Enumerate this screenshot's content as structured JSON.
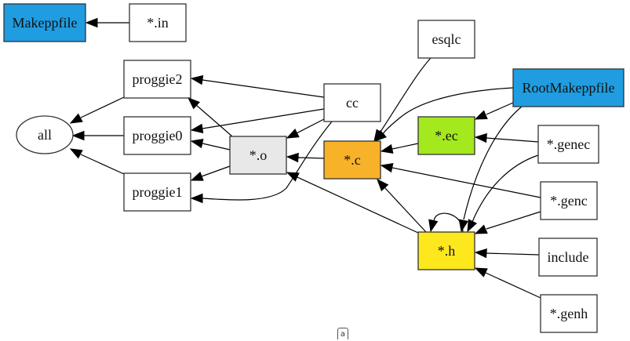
{
  "diagram": {
    "type": "dependency-graph",
    "nodes": [
      {
        "id": "makeppfile",
        "label": "Makeppfile",
        "shape": "box",
        "fill": "#1f9de0"
      },
      {
        "id": "in",
        "label": "*.in",
        "shape": "box",
        "fill": "#ffffff"
      },
      {
        "id": "proggie2",
        "label": "proggie2",
        "shape": "box",
        "fill": "#ffffff"
      },
      {
        "id": "all",
        "label": "all",
        "shape": "ellipse",
        "fill": "#ffffff"
      },
      {
        "id": "proggie0",
        "label": "proggie0",
        "shape": "box",
        "fill": "#ffffff"
      },
      {
        "id": "proggie1",
        "label": "proggie1",
        "shape": "box",
        "fill": "#ffffff"
      },
      {
        "id": "o",
        "label": "*.o",
        "shape": "box",
        "fill": "#e8e8e8"
      },
      {
        "id": "cc",
        "label": "cc",
        "shape": "box",
        "fill": "#ffffff"
      },
      {
        "id": "c",
        "label": "*.c",
        "shape": "box",
        "fill": "#f8b229"
      },
      {
        "id": "esqlc",
        "label": "esqlc",
        "shape": "box",
        "fill": "#ffffff"
      },
      {
        "id": "rootmakeppfile",
        "label": "RootMakeppfile",
        "shape": "box",
        "fill": "#1f9de0"
      },
      {
        "id": "ec",
        "label": "*.ec",
        "shape": "box",
        "fill": "#a4e81e"
      },
      {
        "id": "genec",
        "label": "*.genec",
        "shape": "box",
        "fill": "#ffffff"
      },
      {
        "id": "genc",
        "label": "*.genc",
        "shape": "box",
        "fill": "#ffffff"
      },
      {
        "id": "h",
        "label": "*.h",
        "shape": "box",
        "fill": "#fde81e"
      },
      {
        "id": "include",
        "label": "include",
        "shape": "box",
        "fill": "#ffffff"
      },
      {
        "id": "genh",
        "label": "*.genh",
        "shape": "box",
        "fill": "#ffffff"
      }
    ],
    "edges": [
      {
        "from": "in",
        "to": "makeppfile"
      },
      {
        "from": "proggie2",
        "to": "all"
      },
      {
        "from": "proggie0",
        "to": "all"
      },
      {
        "from": "proggie1",
        "to": "all"
      },
      {
        "from": "cc",
        "to": "proggie2"
      },
      {
        "from": "cc",
        "to": "proggie0"
      },
      {
        "from": "cc",
        "to": "proggie1"
      },
      {
        "from": "cc",
        "to": "o"
      },
      {
        "from": "o",
        "to": "proggie2"
      },
      {
        "from": "o",
        "to": "proggie0"
      },
      {
        "from": "o",
        "to": "proggie1"
      },
      {
        "from": "c",
        "to": "o"
      },
      {
        "from": "h",
        "to": "o"
      },
      {
        "from": "esqlc",
        "to": "c"
      },
      {
        "from": "rootmakeppfile",
        "to": "c"
      },
      {
        "from": "ec",
        "to": "c"
      },
      {
        "from": "genc",
        "to": "c"
      },
      {
        "from": "h",
        "to": "c"
      },
      {
        "from": "rootmakeppfile",
        "to": "ec"
      },
      {
        "from": "genec",
        "to": "ec"
      },
      {
        "from": "rootmakeppfile",
        "to": "h"
      },
      {
        "from": "genec",
        "to": "h"
      },
      {
        "from": "genc",
        "to": "h"
      },
      {
        "from": "include",
        "to": "h"
      },
      {
        "from": "genh",
        "to": "h"
      },
      {
        "from": "h",
        "to": "h"
      }
    ]
  },
  "footer": {
    "badge_label": "a"
  }
}
